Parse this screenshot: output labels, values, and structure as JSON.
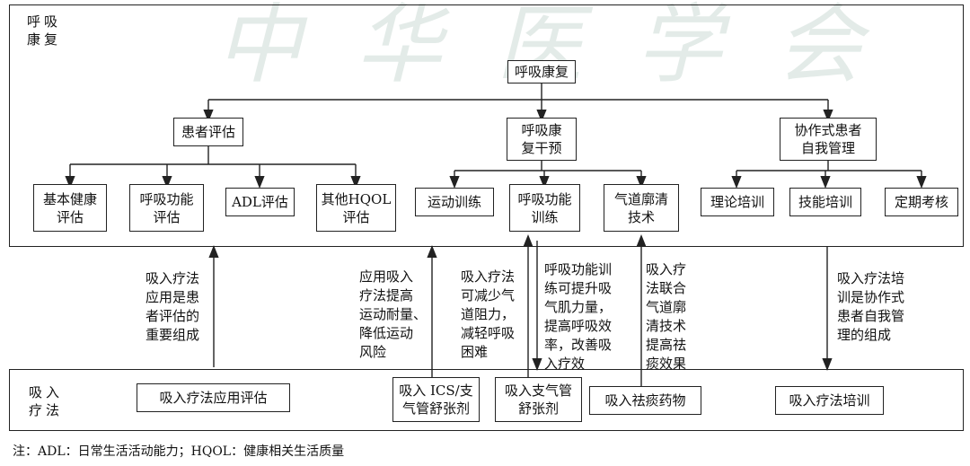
{
  "watermark": "中华医学会",
  "top_section": {
    "label": "呼吸\n康复"
  },
  "bottom_section": {
    "label": "吸入\n疗法"
  },
  "root": "呼吸康复",
  "level2": [
    "患者评估",
    "呼吸康\n复干预",
    "协作式患者\n自我管理"
  ],
  "level3": {
    "assessment": [
      "基本健康\n评估",
      "呼吸功能\n评估",
      "ADL评估",
      "其他HQOL\n评估"
    ],
    "intervention": [
      "运动训练",
      "呼吸功能\n训练",
      "气道廓清\n技术"
    ],
    "self_management": [
      "理论培训",
      "技能培训",
      "定期考核"
    ]
  },
  "inhalation": [
    "吸入疗法应用评估",
    "吸入 ICS/支\n气管舒张剂",
    "吸入支气管\n舒张剂",
    "吸入祛痰药物",
    "吸入疗法培训"
  ],
  "notes": [
    "吸入疗法\n应用是患\n者评估的\n重要组成",
    "应用吸入\n疗法提高\n运动耐量、\n降低运动\n风险",
    "吸入疗法\n可减少气\n道阻力，\n减轻呼吸\n困难",
    "呼吸功能训\n练可提升吸\n气肌力量，\n提高呼吸效\n率，改善吸\n入疗效",
    "吸入疗\n法联合\n气道廓\n清技术\n提高祛\n痰效果",
    "吸入疗法培\n训是协作式\n患者自我管\n理的组成"
  ],
  "footnote": "注：ADL：日常生活活动能力；HQOL：健康相关生活质量"
}
